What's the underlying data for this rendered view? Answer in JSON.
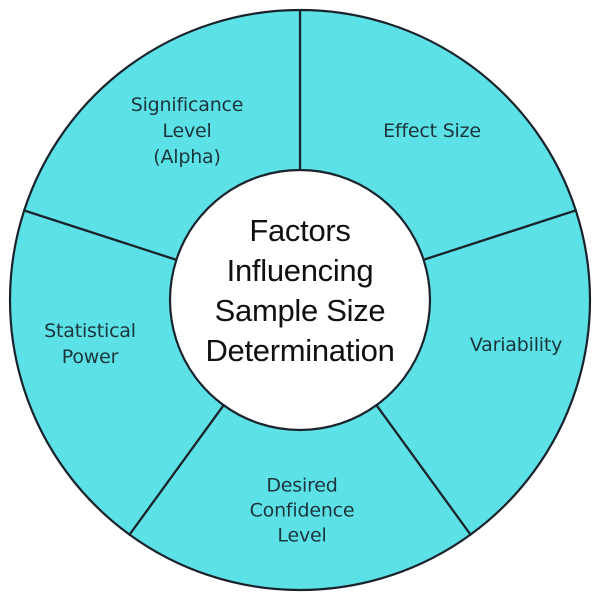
{
  "diagram": {
    "type": "circular-wheel",
    "title": "Factors\nInfluencing\nSample Size\nDetermination",
    "segment_count": 5,
    "segments": [
      {
        "id": "significance-level",
        "label": "Significance\nLevel\n(Alpha)",
        "position": "top-left"
      },
      {
        "id": "effect-size",
        "label": "Effect Size",
        "position": "top-right"
      },
      {
        "id": "variability",
        "label": "Variability",
        "position": "right"
      },
      {
        "id": "desired-confidence-level",
        "label": "Desired\nConfidence\nLevel",
        "position": "bottom"
      },
      {
        "id": "statistical-power",
        "label": "Statistical\nPower",
        "position": "left"
      }
    ],
    "colors": {
      "segment_fill": "#5CE1E6",
      "outline": "#1a232b",
      "label_text": "#1c353d",
      "title_text": "#111111",
      "background": "#ffffff",
      "center_fill": "#ffffff"
    }
  }
}
